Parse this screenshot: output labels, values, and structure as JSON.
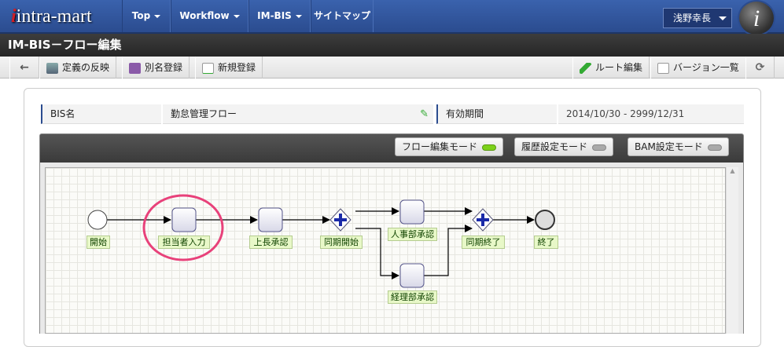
{
  "header": {
    "logo": "intra-mart",
    "menu": [
      {
        "label": "Top"
      },
      {
        "label": "Workflow"
      },
      {
        "label": "IM-BIS"
      },
      {
        "label": "サイトマップ"
      }
    ],
    "user": "浅野幸長",
    "badge": "i"
  },
  "title": "IM-BIS－フロー編集",
  "toolbar": {
    "back": "←",
    "apply": "定義の反映",
    "alias": "別名登録",
    "new": "新規登録",
    "route": "ルート編集",
    "versions": "バージョン一覧",
    "refresh": "⟳"
  },
  "info": {
    "bis_label": "BIS名",
    "bis_value": "勤怠管理フロー",
    "period_label": "有効期間",
    "period_value": "2014/10/30 - 2999/12/31"
  },
  "modes": [
    {
      "label": "フロー編集モード",
      "active": true
    },
    {
      "label": "履歴設定モード",
      "active": false
    },
    {
      "label": "BAM設定モード",
      "active": false
    }
  ],
  "flow": {
    "nodes": [
      {
        "label": "開始",
        "type": "start"
      },
      {
        "label": "担当者入力",
        "type": "task",
        "highlighted": true
      },
      {
        "label": "上長承認",
        "type": "task"
      },
      {
        "label": "同期開始",
        "type": "parallel-split"
      },
      {
        "label": "人事部承認",
        "type": "task"
      },
      {
        "label": "経理部承認",
        "type": "task"
      },
      {
        "label": "同期終了",
        "type": "parallel-join"
      },
      {
        "label": "終了",
        "type": "end"
      }
    ]
  },
  "colors": {
    "nav": "#2b4c8f",
    "highlight": "#e8417a",
    "active_led": "#7cd11a"
  }
}
